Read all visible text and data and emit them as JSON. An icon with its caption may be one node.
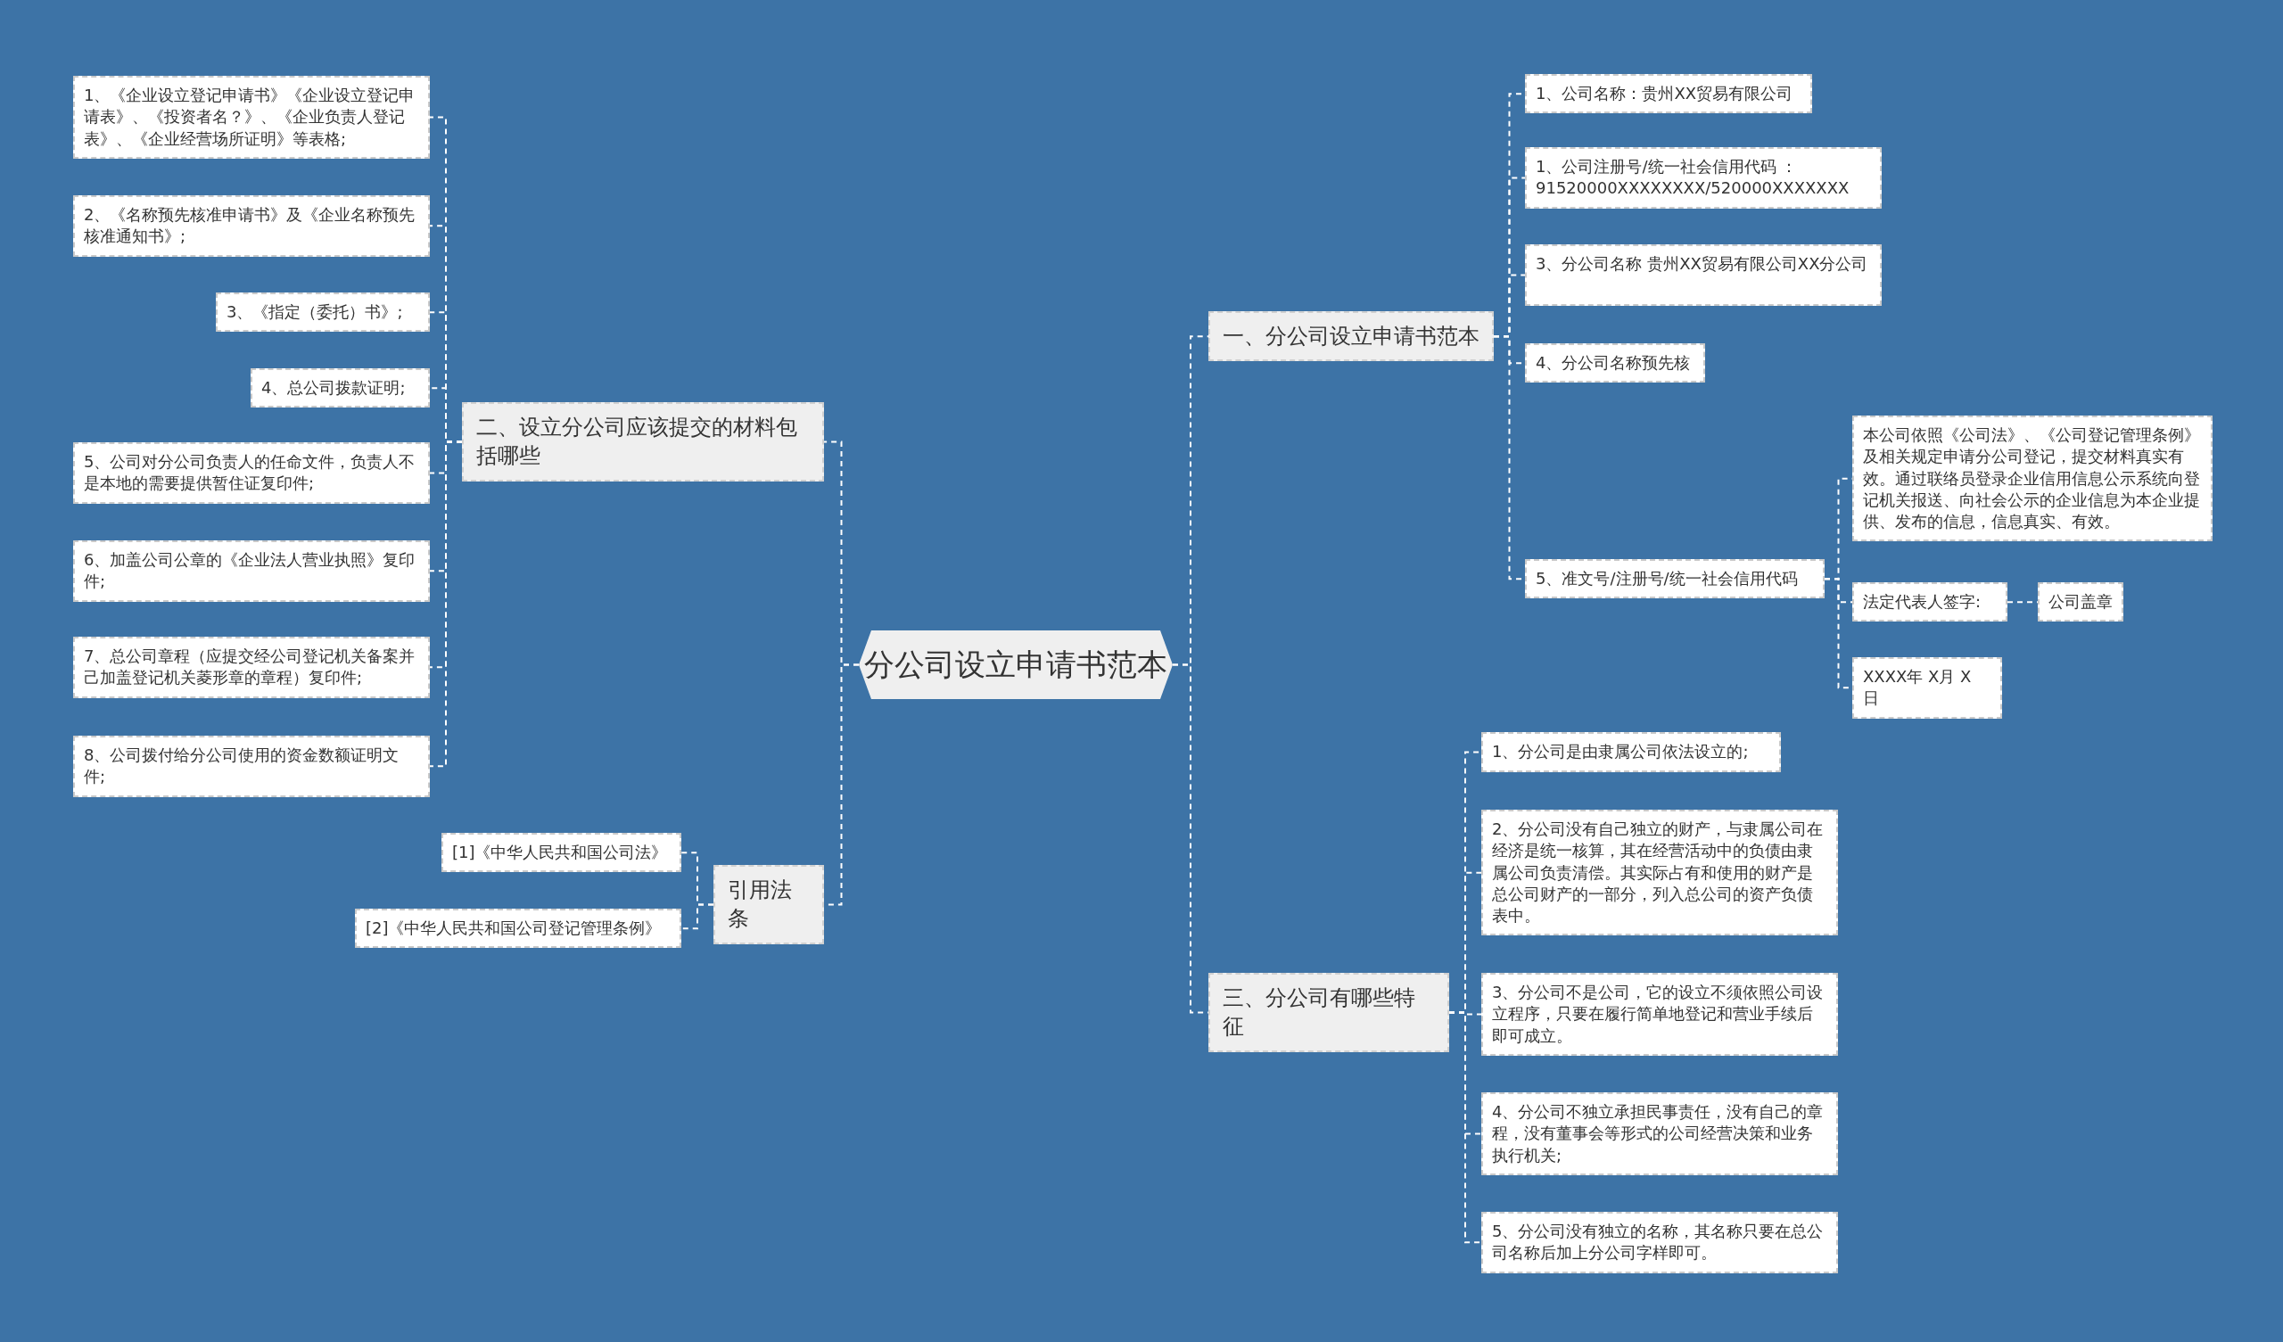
{
  "diagram": {
    "nodes": [
      {
        "text": [
          "分公司设立申请书范本"
        ]
      },
      {
        "text": [
          "一、分公司设立申请书范本"
        ]
      },
      {
        "text": [
          "1、公司名称：贵州XX贸易有限公司"
        ]
      },
      {
        "text": [
          "1、公司注册号/统一社会信用代码 ： 91520000XXXXXXXX/520000XXXXXXX"
        ]
      },
      {
        "text": [
          "3、分公司名称 贵州XX贸易有限公司XX分公司"
        ]
      },
      {
        "text": [
          "4、分公司名称预先核"
        ]
      },
      {
        "text": [
          "5、准文号/注册号/统一社会信用代码"
        ]
      },
      {
        "text": [
          "本公司依照《公司法》、《公司登记管理条例》及相关规定申请分公司登记，提交材料真实有效。通过联络员登录企业信用信息公示系统向登记机关报送、向社会公示的企业信息为本企业提供、发布的信息，信息真实、有效。"
        ]
      },
      {
        "text": [
          "法定代表人签字:"
        ]
      },
      {
        "text": [
          "公司盖章"
        ]
      },
      {
        "text": [
          "XXXX年 X月 X 日"
        ]
      },
      {
        "text": [
          "二、设立分公司应该提交的材料包括哪些"
        ]
      },
      {
        "text": [
          "1、《企业设立登记申请书》《企业设立登记申请表》、《投资者名？》、《企业负责人登记表》、《企业经营场所证明》等表格;"
        ]
      },
      {
        "text": [
          "2、《名称预先核准申请书》及《企业名称预先核准通知书》;"
        ]
      },
      {
        "text": [
          "3、《指定（委托）书》;"
        ]
      },
      {
        "text": [
          "4、总公司拨款证明;"
        ]
      },
      {
        "text": [
          "5、公司对分公司负责人的任命文件，负责人不是本地的需要提供暂住证复印件;"
        ]
      },
      {
        "text": [
          "6、加盖公司公章的《企业法人营业执照》复印件;"
        ]
      },
      {
        "text": [
          "7、总公司章程（应提交经公司登记机关备案并己加盖登记机关菱形章的章程）复印件;"
        ]
      },
      {
        "text": [
          "8、公司拨付给分公司使用的资金数额证明文件;"
        ]
      },
      {
        "text": [
          "引用法条"
        ]
      },
      {
        "text": [
          "[1]《中华人民共和国公司法》"
        ]
      },
      {
        "text": [
          "[2]《中华人民共和国公司登记管理条例》"
        ]
      },
      {
        "text": [
          "三、分公司有哪些特征"
        ]
      },
      {
        "text": [
          "1、分公司是由隶属公司依法设立的;"
        ]
      },
      {
        "text": [
          "2、分公司没有自己独立的财产，与隶属公司在经济是统一核算，其在经营活动中的负债由隶属公司负责清偿。其实际占有和使用的财产是总公司财产的一部分，列入总公司的资产负债表中。"
        ]
      },
      {
        "text": [
          "3、分公司不是公司，它的设立不须依照公司设立程序，只要在履行简单地登记和营业手续后即可成立。"
        ]
      },
      {
        "text": [
          "4、分公司不独立承担民事责任，没有自己的章程，没有董事会等形式的公司经营决策和业务执行机关;"
        ]
      },
      {
        "text": [
          "5、分公司没有独立的名称，其名称只要在总公司名称后加上分公司字样即可。"
        ]
      }
    ],
    "edges": [
      {
        "from": 0,
        "to": 1,
        "arrow": "none"
      },
      {
        "from": 0,
        "to": 11,
        "arrow": "none"
      },
      {
        "from": 0,
        "to": 20,
        "arrow": "none"
      },
      {
        "from": 0,
        "to": 23,
        "arrow": "none"
      },
      {
        "from": 1,
        "to": 2,
        "arrow": "none"
      },
      {
        "from": 1,
        "to": 3,
        "arrow": "none"
      },
      {
        "from": 1,
        "to": 4,
        "arrow": "none"
      },
      {
        "from": 1,
        "to": 5,
        "arrow": "none"
      },
      {
        "from": 1,
        "to": 6,
        "arrow": "none"
      },
      {
        "from": 6,
        "to": 7,
        "arrow": "none"
      },
      {
        "from": 6,
        "to": 8,
        "arrow": "none"
      },
      {
        "from": 6,
        "to": 10,
        "arrow": "none"
      },
      {
        "from": 8,
        "to": 9,
        "arrow": "none"
      },
      {
        "from": 11,
        "to": 12,
        "arrow": "none"
      },
      {
        "from": 11,
        "to": 13,
        "arrow": "none"
      },
      {
        "from": 11,
        "to": 14,
        "arrow": "none"
      },
      {
        "from": 11,
        "to": 15,
        "arrow": "none"
      },
      {
        "from": 11,
        "to": 16,
        "arrow": "none"
      },
      {
        "from": 11,
        "to": 17,
        "arrow": "none"
      },
      {
        "from": 11,
        "to": 18,
        "arrow": "none"
      },
      {
        "from": 11,
        "to": 19,
        "arrow": "none"
      },
      {
        "from": 20,
        "to": 21,
        "arrow": "none"
      },
      {
        "from": 20,
        "to": 22,
        "arrow": "none"
      },
      {
        "from": 23,
        "to": 24,
        "arrow": "none"
      },
      {
        "from": 23,
        "to": 25,
        "arrow": "none"
      },
      {
        "from": 23,
        "to": 26,
        "arrow": "none"
      },
      {
        "from": 23,
        "to": 27,
        "arrow": "none"
      },
      {
        "from": 23,
        "to": 28,
        "arrow": "none"
      }
    ]
  }
}
